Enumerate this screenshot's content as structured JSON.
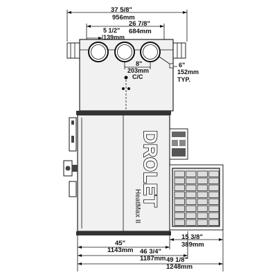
{
  "dimensions": {
    "overall_width": {
      "imperial": "37 5/8\"",
      "metric": "956mm"
    },
    "outer_collars": {
      "imperial": "26 7/8\"",
      "metric": "684mm"
    },
    "collar_offset": {
      "imperial": "5 1/2\"",
      "metric": "139mm"
    },
    "collar_spacing": {
      "imperial": "8\"",
      "metric": "203mm",
      "note": "C/C"
    },
    "collar_diameter": {
      "imperial": "6\"",
      "metric": "152mm",
      "note": "TYP."
    },
    "body_width": {
      "imperial": "45\"",
      "metric": "1143mm"
    },
    "body_with_panel": {
      "imperial": "46 3/4\"",
      "metric": "1187mm"
    },
    "total_depth": {
      "imperial": "49 1/8\"",
      "metric": "1248mm"
    },
    "filter_width": {
      "imperial": "15 3/8\"",
      "metric": "389mm"
    }
  },
  "unit": {
    "brand": "DROLET",
    "model": "HeatMax II"
  },
  "colors": {
    "ink": "#111111",
    "body": "#f1f1f1",
    "filter": "#dddddd"
  }
}
